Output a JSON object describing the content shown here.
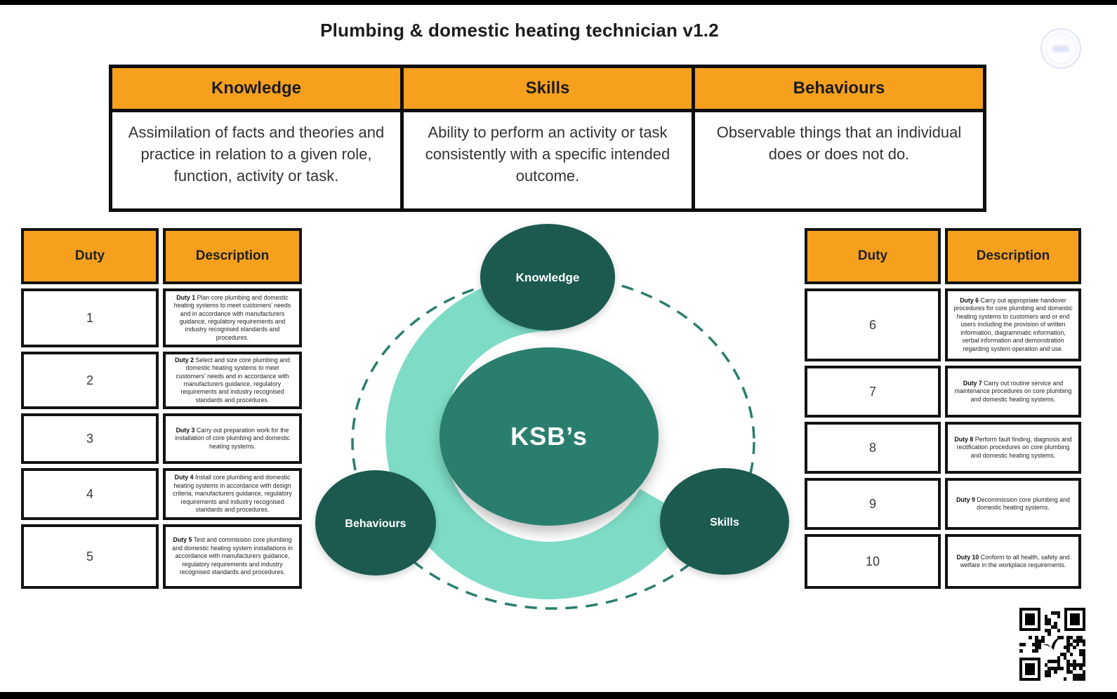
{
  "title": "Plumbing & domestic heating technician v1.2",
  "colors": {
    "accent_orange": "#F6A01E",
    "dark_teal": "#1A5A4F",
    "mid_teal": "#2B7E6E",
    "light_teal": "#7EDCC6"
  },
  "icons": {
    "qr": "qr-code",
    "bird": "bird-icon",
    "logo": "circular-watermark-logo"
  },
  "ksb_table": {
    "columns": [
      {
        "header": "Knowledge",
        "description": "Assimilation of facts and theories and practice in relation to a given role, function, activity or task."
      },
      {
        "header": "Skills",
        "description": "Ability to perform an activity or task consistently with a specific intended outcome."
      },
      {
        "header": "Behaviours",
        "description": "Observable things that an individual does or does not do."
      }
    ]
  },
  "duty_tables": {
    "duty_header": "Duty",
    "description_header": "Description",
    "left": [
      {
        "number": "1",
        "label": "Duty 1",
        "text": "Plan core plumbing and domestic heating systems to meet customers’ needs and in accordance with manufacturers guidance, regulatory requirements and industry recognised standards and procedures."
      },
      {
        "number": "2",
        "label": "Duty 2",
        "text": "Select and size core plumbing and domestic heating systems to meet customers’ needs and in accordance with manufacturers guidance, regulatory requirements and industry recognised standards and procedures."
      },
      {
        "number": "3",
        "label": "Duty 3",
        "text": "Carry out preparation work for the installation of core plumbing and domestic heating systems."
      },
      {
        "number": "4",
        "label": "Duty 4",
        "text": "Install core plumbing and domestic heating systems in accordance with design criteria, manufacturers guidance, regulatory requirements and industry recognised standards and procedures."
      },
      {
        "number": "5",
        "label": "Duty 5",
        "text": "Test and commission core plumbing and domestic heating system installations in accordance with manufacturers guidance, regulatory requirements and industry recognised standards and procedures."
      }
    ],
    "right": [
      {
        "number": "6",
        "label": "Duty 6",
        "text": "Carry out appropriate handover procedures for core plumbing and domestic heating systems to customers and or end users including the provision of written information, diagrammatic information, verbal information and demonstration regarding system operation and use."
      },
      {
        "number": "7",
        "label": "Duty 7",
        "text": "Carry out routine service and maintenance procedures on core plumbing and domestic heating systems."
      },
      {
        "number": "8",
        "label": "Duty 8",
        "text": "Perform fault finding, diagnosis and rectification procedures on core plumbing and domestic heating systems."
      },
      {
        "number": "9",
        "label": "Duty 9",
        "text": "Decommission core plumbing and domestic heating systems."
      },
      {
        "number": "10",
        "label": "Duty 10",
        "text": "Conform to all health, safety and welfare in the workplace requirements."
      }
    ]
  },
  "diagram": {
    "center_label": "KSB’s",
    "top_label": "Knowledge",
    "left_label": "Behaviours",
    "right_label": "Skills"
  }
}
